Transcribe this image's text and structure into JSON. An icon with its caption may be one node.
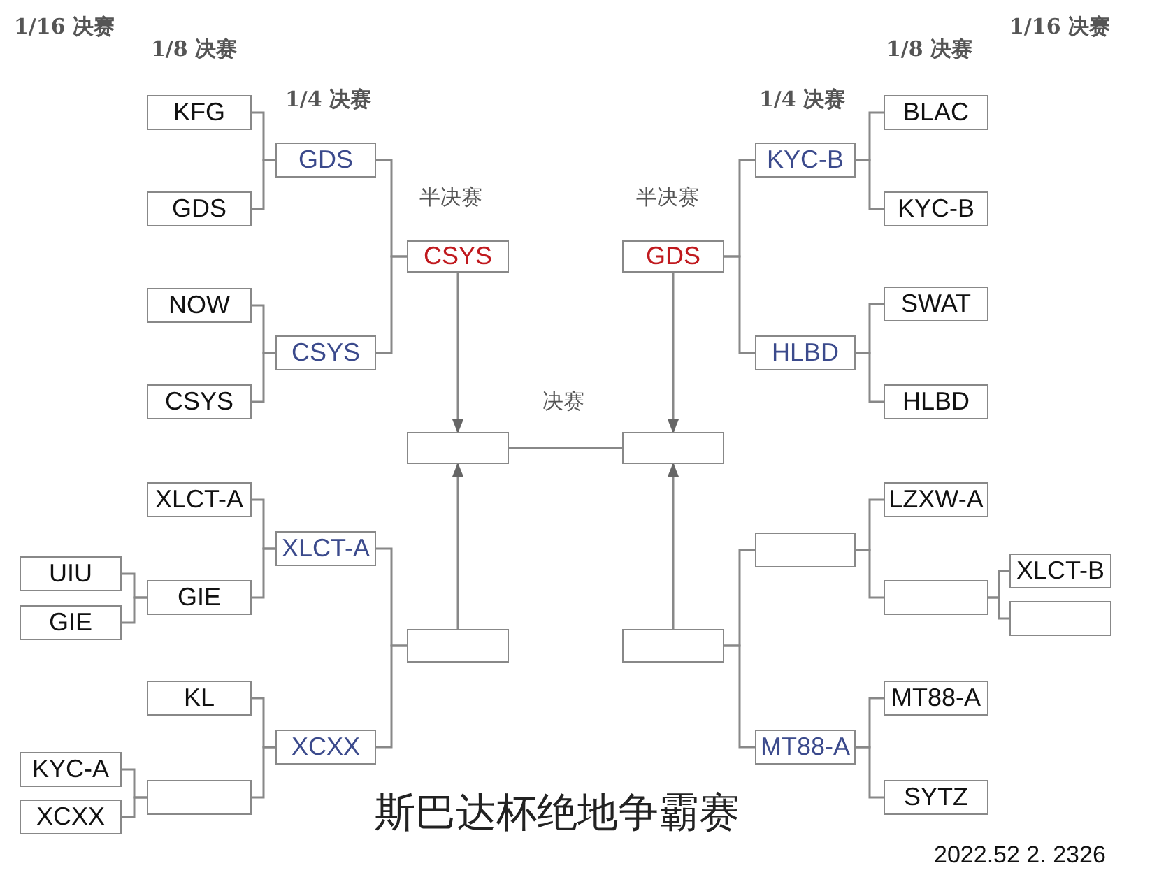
{
  "diagram": {
    "title": "斯巴达杯绝地争霸赛",
    "nodes": [
      {
        "text": [
          "KFG"
        ]
      },
      {
        "text": [
          "GDS"
        ]
      },
      {
        "text": [
          "NOW"
        ]
      },
      {
        "text": [
          "CSYS"
        ]
      },
      {
        "text": [
          "GDS"
        ]
      },
      {
        "text": [
          "CSYS"
        ]
      },
      {
        "text": [
          "CSYS"
        ]
      },
      {
        "text": [],
        "shape": "box"
      },
      {
        "text": [
          "XLCT-A"
        ]
      },
      {
        "text": [
          "UIU"
        ]
      },
      {
        "text": [
          "GIE"
        ]
      },
      {
        "text": [
          "GIE"
        ]
      },
      {
        "text": [
          "XLCT-A"
        ]
      },
      {
        "text": [
          "KL"
        ]
      },
      {
        "text": [
          "KYC-A"
        ]
      },
      {
        "text": [
          "XCXX"
        ]
      },
      {
        "text": [],
        "shape": "box"
      },
      {
        "text": [
          "XCXX"
        ]
      },
      {
        "text": [],
        "shape": "box"
      },
      {
        "text": [],
        "shape": "box"
      },
      {
        "text": [
          "GDS"
        ]
      },
      {
        "text": [
          "KYC-B"
        ]
      },
      {
        "text": [
          "HLBD"
        ]
      },
      {
        "text": [
          "BLAC"
        ]
      },
      {
        "text": [
          "KYC-B"
        ]
      },
      {
        "text": [
          "SWAT"
        ]
      },
      {
        "text": [
          "HLBD"
        ]
      },
      {
        "text": [],
        "shape": "box"
      },
      {
        "text": [],
        "shape": "box"
      },
      {
        "text": [
          "MT88-A"
        ]
      },
      {
        "text": [
          "LZXW-A"
        ]
      },
      {
        "text": [],
        "shape": "box"
      },
      {
        "text": [
          "XLCT-B"
        ]
      },
      {
        "text": [],
        "shape": "box"
      },
      {
        "text": [
          "MT88-A"
        ]
      },
      {
        "text": [
          "SYTZ"
        ]
      }
    ],
    "edges": [
      {
        "from": 0,
        "to": 4,
        "arrow": "none"
      },
      {
        "from": 1,
        "to": 4,
        "arrow": "none"
      },
      {
        "from": 2,
        "to": 5,
        "arrow": "none"
      },
      {
        "from": 3,
        "to": 5,
        "arrow": "none"
      },
      {
        "from": 4,
        "to": 6,
        "arrow": "none"
      },
      {
        "from": 5,
        "to": 6,
        "arrow": "none"
      },
      {
        "from": 6,
        "to": 7,
        "arrow": "to"
      },
      {
        "from": 8,
        "to": 12,
        "arrow": "none"
      },
      {
        "from": 11,
        "to": 12,
        "arrow": "none"
      },
      {
        "from": 9,
        "to": 11,
        "arrow": "none"
      },
      {
        "from": 10,
        "to": 11,
        "arrow": "none"
      },
      {
        "from": 13,
        "to": 17,
        "arrow": "none"
      },
      {
        "from": 16,
        "to": 17,
        "arrow": "none"
      },
      {
        "from": 14,
        "to": 16,
        "arrow": "none"
      },
      {
        "from": 15,
        "to": 16,
        "arrow": "none"
      },
      {
        "from": 12,
        "to": 18,
        "arrow": "none"
      },
      {
        "from": 17,
        "to": 18,
        "arrow": "none"
      },
      {
        "from": 18,
        "to": 7,
        "arrow": "to"
      },
      {
        "from": 7,
        "to": 19,
        "arrow": "none"
      },
      {
        "from": 20,
        "to": 19,
        "arrow": "to"
      },
      {
        "from": 23,
        "to": 21,
        "arrow": "none"
      },
      {
        "from": 24,
        "to": 21,
        "arrow": "none"
      },
      {
        "from": 25,
        "to": 22,
        "arrow": "none"
      },
      {
        "from": 26,
        "to": 22,
        "arrow": "none"
      },
      {
        "from": 21,
        "to": 20,
        "arrow": "none"
      },
      {
        "from": 22,
        "to": 20,
        "arrow": "none"
      },
      {
        "from": 30,
        "to": 28,
        "arrow": "none"
      },
      {
        "from": 31,
        "to": 28,
        "arrow": "none"
      },
      {
        "from": 32,
        "to": 31,
        "arrow": "none"
      },
      {
        "from": 33,
        "to": 31,
        "arrow": "none"
      },
      {
        "from": 34,
        "to": 29,
        "arrow": "none"
      },
      {
        "from": 35,
        "to": 29,
        "arrow": "none"
      },
      {
        "from": 28,
        "to": 27,
        "arrow": "none"
      },
      {
        "from": 29,
        "to": 27,
        "arrow": "none"
      },
      {
        "from": 27,
        "to": 19,
        "arrow": "to"
      }
    ],
    "labels": [
      "1/16 决赛",
      "1/8 决赛",
      "1/4 决赛",
      "半决赛",
      "决赛",
      "半决赛",
      "1/4 决赛",
      "1/8 决赛",
      "1/16 决赛",
      "2022.52 2. 2326"
    ]
  }
}
